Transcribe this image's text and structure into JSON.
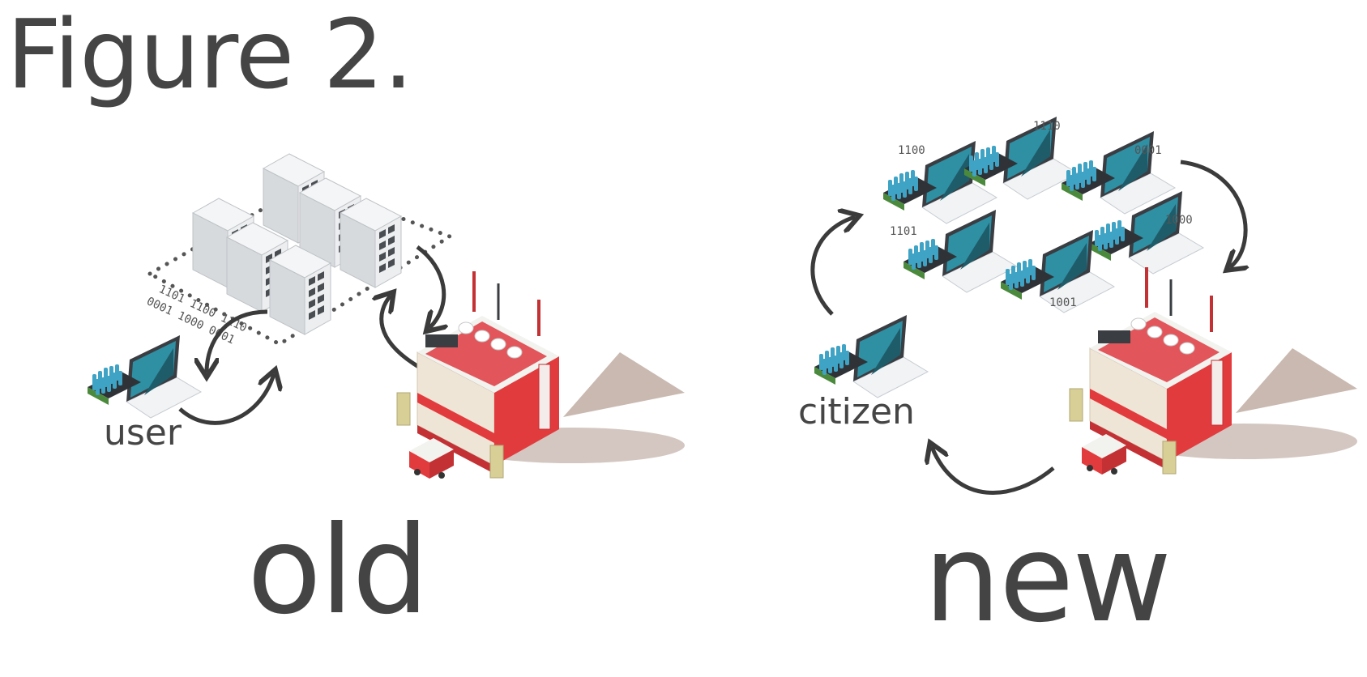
{
  "figure": {
    "title": "Figure 2."
  },
  "old_panel": {
    "label": "old",
    "user_label": "user",
    "binary_row1": "1101  1100  1110",
    "binary_row2": "0001  1000  0001"
  },
  "new_panel": {
    "label": "new",
    "citizen_label": "citizen",
    "node_codes": [
      "1100",
      "1110",
      "0001",
      "1101",
      "1000",
      "1001"
    ]
  },
  "colors": {
    "text": "#454545",
    "arrow": "#3b3b3b",
    "server": "#e4e6e8",
    "screen": "#2f8fa3",
    "building_red": "#e23b3e",
    "building_cream": "#efe5d6",
    "people": "#3ea3c4",
    "shadow": "#c9b9b1"
  }
}
